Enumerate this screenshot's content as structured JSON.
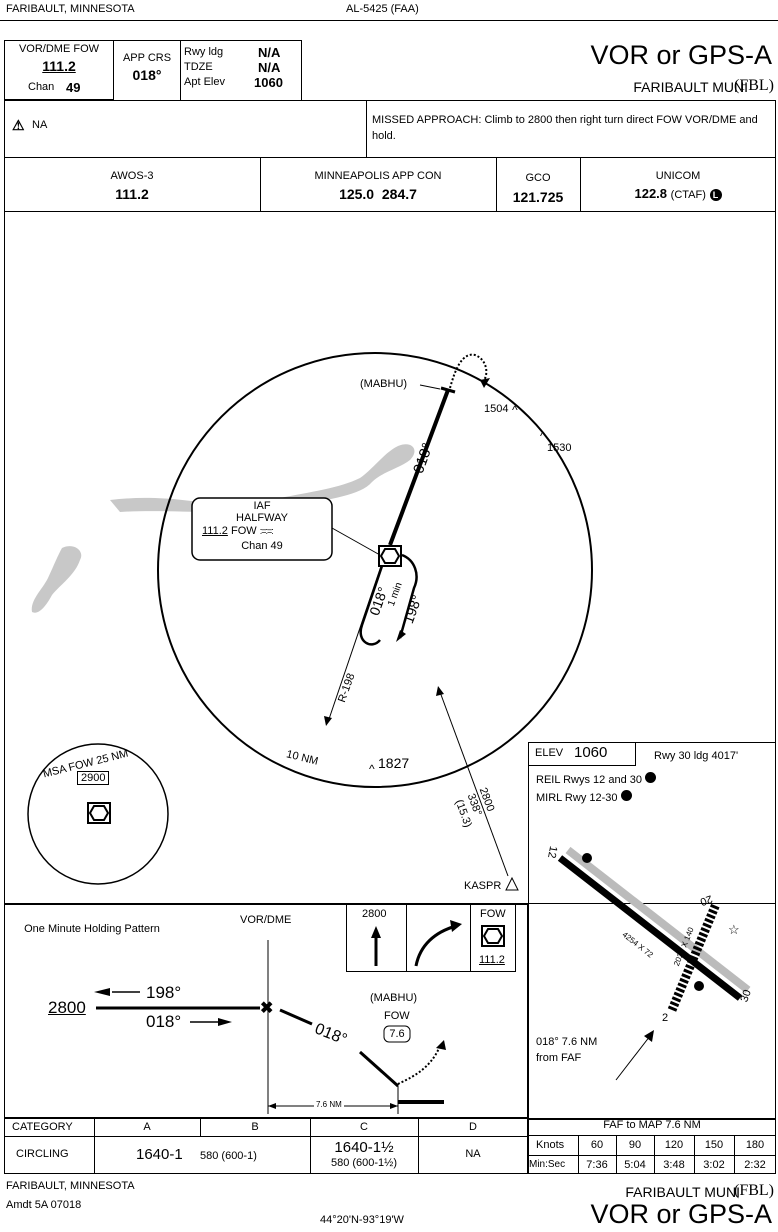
{
  "header": {
    "location_top": "FARIBAULT, MINNESOTA",
    "chart_id": "AL-5425 (FAA)",
    "title": "VOR or GPS-A",
    "airport": "FARIBAULT MUNI",
    "airport_code": "(FBL)"
  },
  "briefing": {
    "nav_label": "VOR/DME FOW",
    "nav_freq": "111.2",
    "chan_label": "Chan",
    "chan_value": "49",
    "app_crs_label": "APP CRS",
    "app_crs_value": "018°",
    "rwy_ldg_label": "Rwy ldg",
    "rwy_ldg_value": "N/A",
    "tdze_label": "TDZE",
    "tdze_value": "N/A",
    "apt_elev_label": "Apt Elev",
    "apt_elev_value": "1060",
    "na_text": "NA",
    "missed_approach": "MISSED APPROACH: Climb to 2800 then right turn direct FOW VOR/DME and hold."
  },
  "comms": {
    "awos_label": "AWOS-3",
    "awos_freq": "111.2",
    "app_con_label": "MINNEAPOLIS APP CON",
    "app_con_freq": "125.0  284.7",
    "gco_label": "GCO",
    "gco_freq": "121.725",
    "unicom_label": "UNICOM",
    "unicom_freq": "122.8",
    "unicom_ctaf": "(CTAF)",
    "lighting_icon": "L"
  },
  "plan_view": {
    "mabhu": "(MABHU)",
    "course_outbound": "018°",
    "elev_1504": "1504",
    "elev_1530": "1530",
    "elev_1827": "1827",
    "iaf": "IAF",
    "fix_name": "HALFWAY",
    "fix_freq": "111.2",
    "fix_ident": "FOW",
    "fix_chan": "Chan 49",
    "hold_in": "018°",
    "hold_time": "1 min",
    "hold_out": "198°",
    "radial": "R-198",
    "ring_label": "10 NM",
    "kaspr": "KASPR",
    "kaspr_alt": "2800",
    "kaspr_crs": "338°",
    "kaspr_dist": "(15.3)",
    "msa_label": "MSA FOW 25 NM",
    "msa_alt": "2900"
  },
  "airport_sketch": {
    "elev_label": "ELEV",
    "elev_value": "1060",
    "rwy_ldg": "Rwy 30 ldg 4017'",
    "reil": "REIL Rwys 12 and 30",
    "mirl": "MIRL Rwy 12-30",
    "rwy_12": "12",
    "rwy_30": "30",
    "rwy_2": "2",
    "rwy_20": "20",
    "rwy_12_30_dims": "4254 X 72",
    "rwy_2_20_dims": "2025 X 140",
    "faf_note": "018° 7.6 NM from FAF"
  },
  "profile": {
    "holding_title": "One Minute Holding Pattern",
    "vor_dme": "VOR/DME",
    "alt": "2800",
    "inbound": "198°",
    "outbound": "018°",
    "crs": "018°",
    "mabhu": "(MABHU)",
    "fow": "FOW",
    "fow_dist": "7.6",
    "dist_bar": "7.6 NM",
    "map_icon_alt": "2800",
    "map_icon_fow": "FOW",
    "map_icon_freq": "111.2"
  },
  "minimums": {
    "category_label": "CATEGORY",
    "cats": [
      "A",
      "B",
      "C",
      "D"
    ],
    "circling_label": "CIRCLING",
    "ab_main": "1640-1",
    "ab_sub": "580 (600-1)",
    "c_main": "1640-1½",
    "c_sub": "580 (600-1½)",
    "d_value": "NA"
  },
  "timing": {
    "title": "FAF to MAP 7.6 NM",
    "knots_label": "Knots",
    "minsec_label": "Min:Sec",
    "knots": [
      "60",
      "90",
      "120",
      "150",
      "180"
    ],
    "times": [
      "7:36",
      "5:04",
      "3:48",
      "3:02",
      "2:32"
    ]
  },
  "footer": {
    "location": "FARIBAULT, MINNESOTA",
    "amdt": "Amdt 5A  07018",
    "coords": "44°20'N-93°19'W",
    "airport": "FARIBAULT MUNI",
    "airport_code": "(FBL)",
    "title": "VOR or GPS-A"
  }
}
